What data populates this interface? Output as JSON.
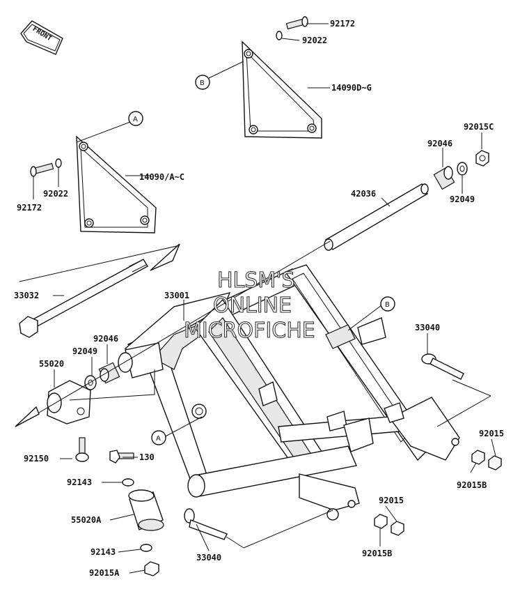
{
  "front_tag": "FRONT",
  "watermark": [
    "HLSM'S",
    "ONLINE",
    "MICROFICHE"
  ],
  "callouts": {
    "a": "A",
    "b": "B"
  },
  "parts": {
    "p92172_top": "92172",
    "p92022_top": "92022",
    "p14090dg": "14090D~G",
    "p92015c": "92015C",
    "p92046_r": "92046",
    "p92049_r": "92049",
    "p14090ac": "14090/A~C",
    "p92022_l": "92022",
    "p92172_l": "92172",
    "p42036": "42036",
    "p33032": "33032",
    "p33001": "33001",
    "p92046_l": "92046",
    "p92049_l": "92049",
    "p55020": "55020",
    "p33040_r": "33040",
    "p92150": "92150",
    "p130": "130",
    "p92015_r": "92015",
    "p92015b_r": "92015B",
    "p92143_top": "92143",
    "p55020a": "55020A",
    "p92015_b": "92015",
    "p92143_bot": "92143",
    "p33040_b": "33040",
    "p92015b_b": "92015B",
    "p92015a": "92015A"
  }
}
